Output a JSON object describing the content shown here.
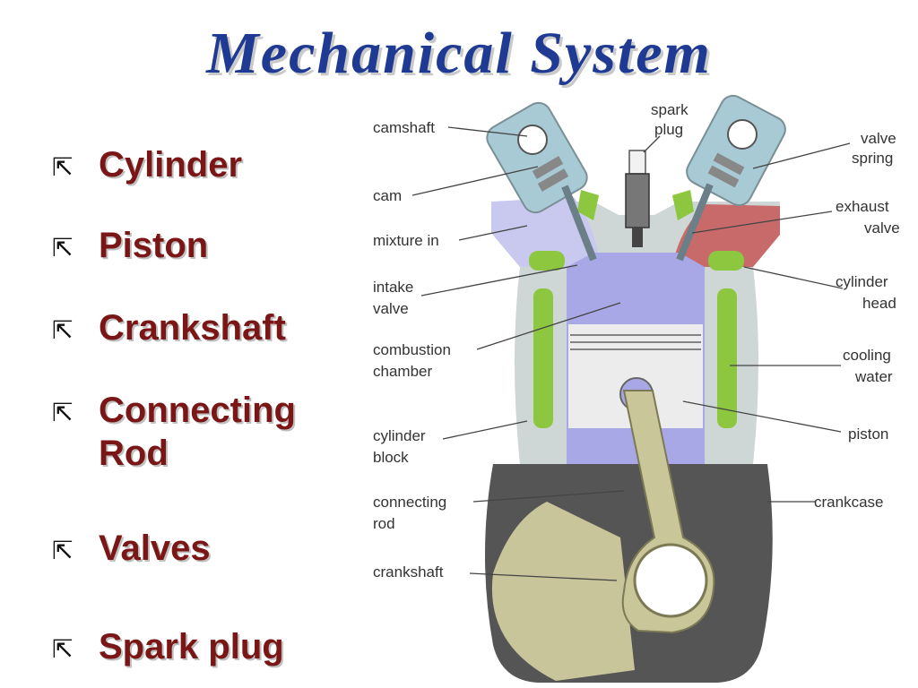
{
  "slide": {
    "title": "Mechanical System",
    "bullet_glyph": "⇱",
    "bullets": [
      {
        "lines": [
          "Cylinder"
        ]
      },
      {
        "lines": [
          "Piston"
        ]
      },
      {
        "lines": [
          "Crankshaft"
        ]
      },
      {
        "lines": [
          "Connecting",
          "Rod"
        ]
      },
      {
        "lines": [
          "Valves"
        ]
      },
      {
        "lines": [
          "Spark plug"
        ]
      }
    ]
  },
  "diagram": {
    "labels": {
      "camshaft": "camshaft",
      "spark_plug": [
        "spark",
        "plug"
      ],
      "valve_spring": [
        "valve",
        "spring"
      ],
      "cam": "cam",
      "exhaust_valve": [
        "exhaust",
        "valve"
      ],
      "mixture_in": "mixture in",
      "intake_valve": [
        "intake",
        "valve"
      ],
      "cylinder_head": [
        "cylinder",
        "head"
      ],
      "combustion_chamber": [
        "combustion",
        "chamber"
      ],
      "cooling_water": [
        "cooling",
        "water"
      ],
      "piston": "piston",
      "cylinder_block": [
        "cylinder",
        "block"
      ],
      "connecting_rod": [
        "connecting",
        "rod"
      ],
      "crankcase": "crankcase",
      "crankshaft": "crankshaft"
    },
    "colors": {
      "block": "#cfd6d6",
      "coolant": "#8dc63f",
      "combustion": "#a9a8e6",
      "cam_housing": "#a8cad4",
      "piston": "#ececec",
      "crankcase": "#555555",
      "rod": "#c9c69a",
      "counterweight": "#c8c59a",
      "exhaust": "#c96a6a",
      "intake": "#c9c8ef"
    }
  }
}
